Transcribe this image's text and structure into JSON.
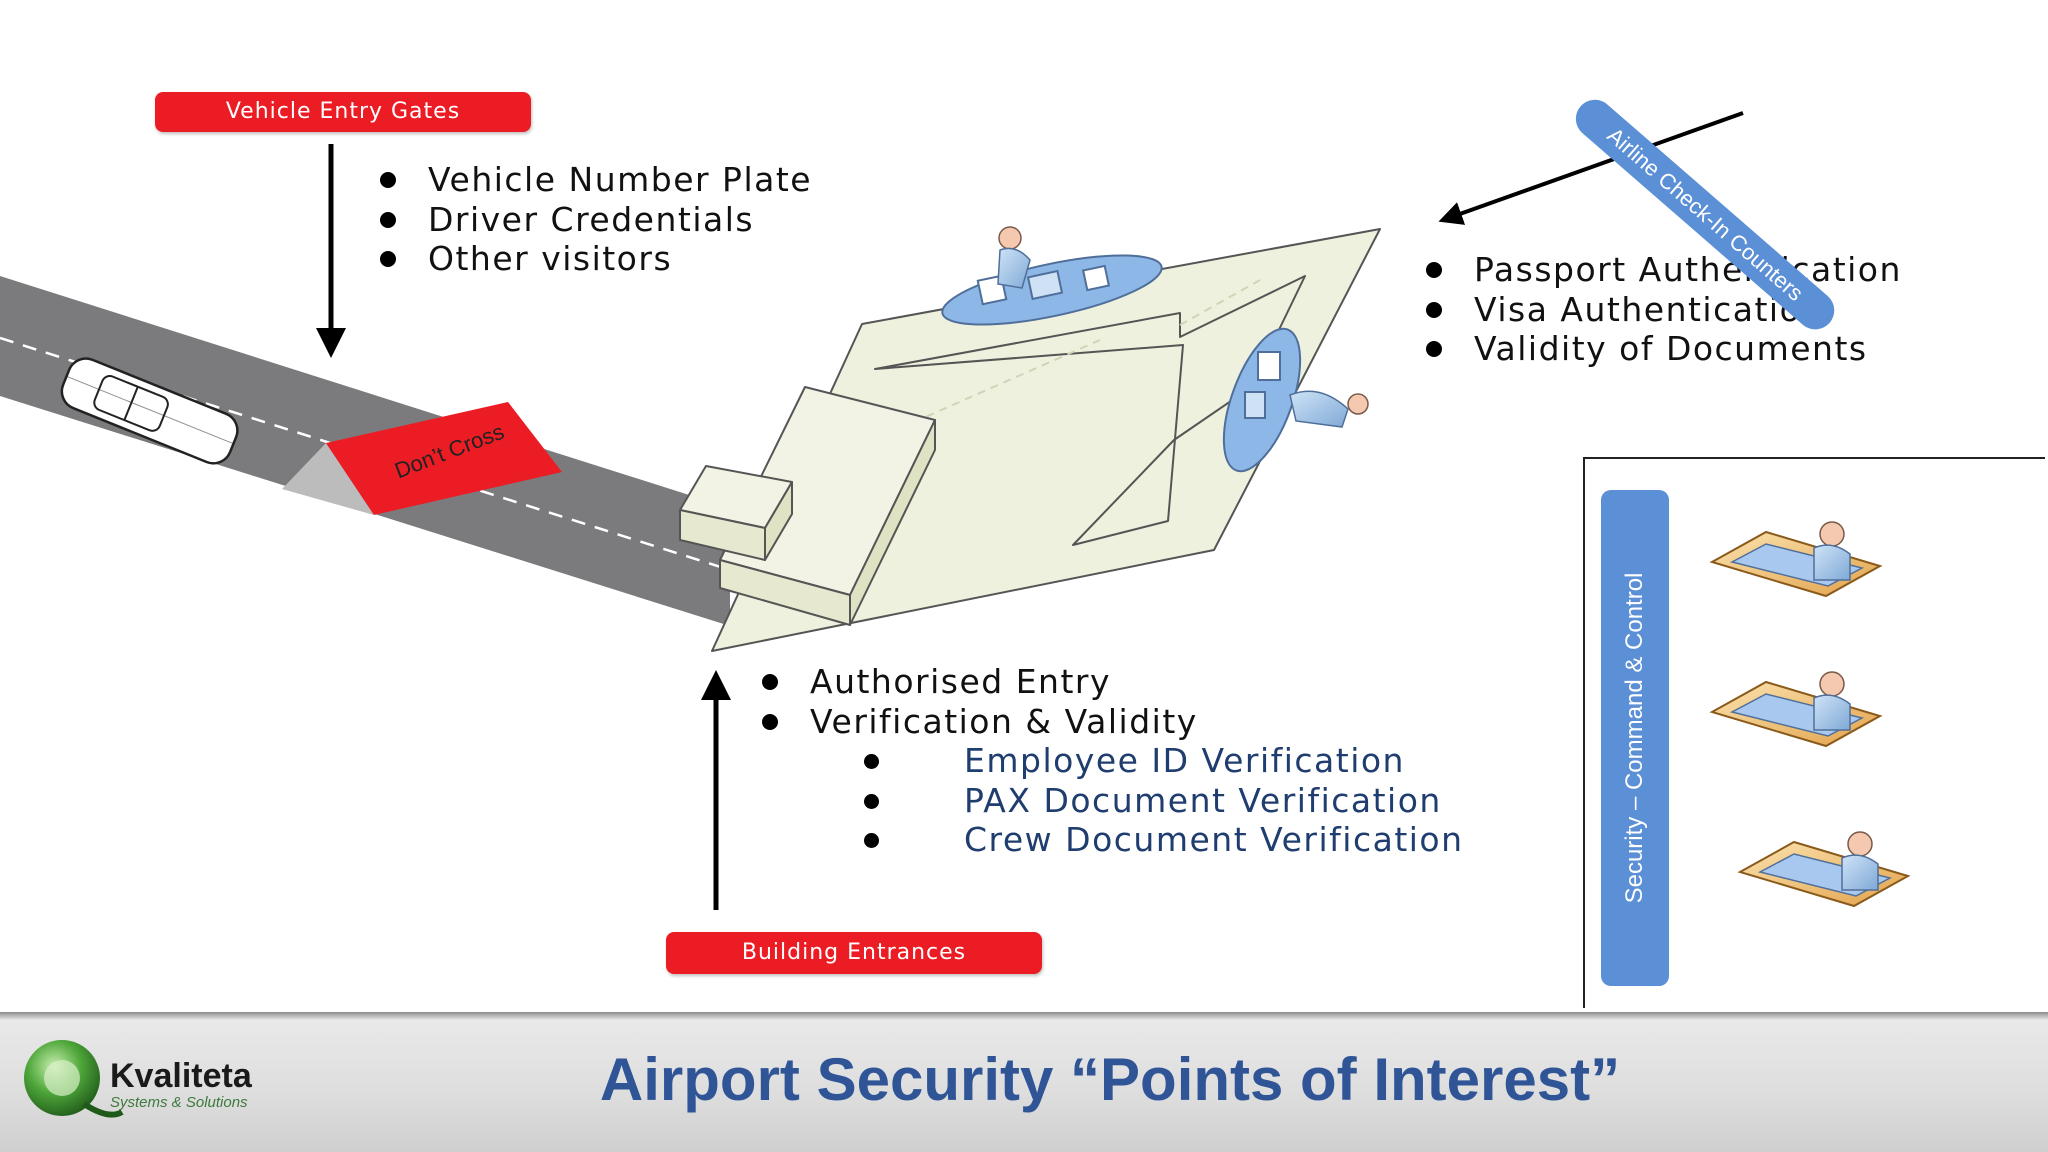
{
  "labels": {
    "vehicle_gates": "Vehicle Entry  Gates",
    "building_entrances": "Building Entrances",
    "dont_cross": "Don’t Cross",
    "checkin_counters": "Airline Check-In Counters",
    "command_control": "Security – Command & Control"
  },
  "vehicle_checks": [
    "Vehicle Number Plate",
    "Driver Credentials",
    "Other visitors"
  ],
  "checkin_checks": [
    "Passport  Authentication",
    "Visa Authentication",
    "Validity of Documents"
  ],
  "entrance_checks": [
    "Authorised Entry",
    "Verification & Validity"
  ],
  "verification_items": [
    "Employee ID Verification",
    "PAX Document Verification",
    "Crew Document Verification"
  ],
  "footer": {
    "title": "Airport Security “Points of Interest”",
    "logo_name": "Kvaliteta",
    "logo_tagline": "Systems & Solutions"
  },
  "colors": {
    "label_red": "#ec1c24",
    "pill_blue": "#5b8fd6",
    "title_blue": "#2f5597",
    "road_gray": "#7b7b7d",
    "building_fill": "#eef1de"
  }
}
